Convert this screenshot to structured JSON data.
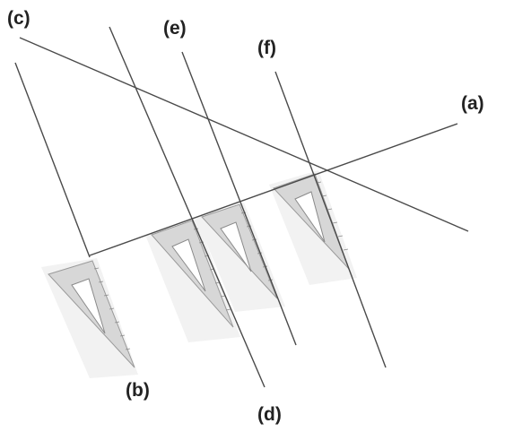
{
  "diagram": {
    "line_labels": {
      "a": "(a)",
      "b": "(b)",
      "c": "(c)",
      "d": "(d)",
      "e": "(e)",
      "f": "(f)"
    }
  },
  "colors": {
    "line": "#4a4a4a",
    "set_square_fill": "#d7d7d7",
    "set_square_edge": "#9a9a9a",
    "background": "#ffffff"
  }
}
